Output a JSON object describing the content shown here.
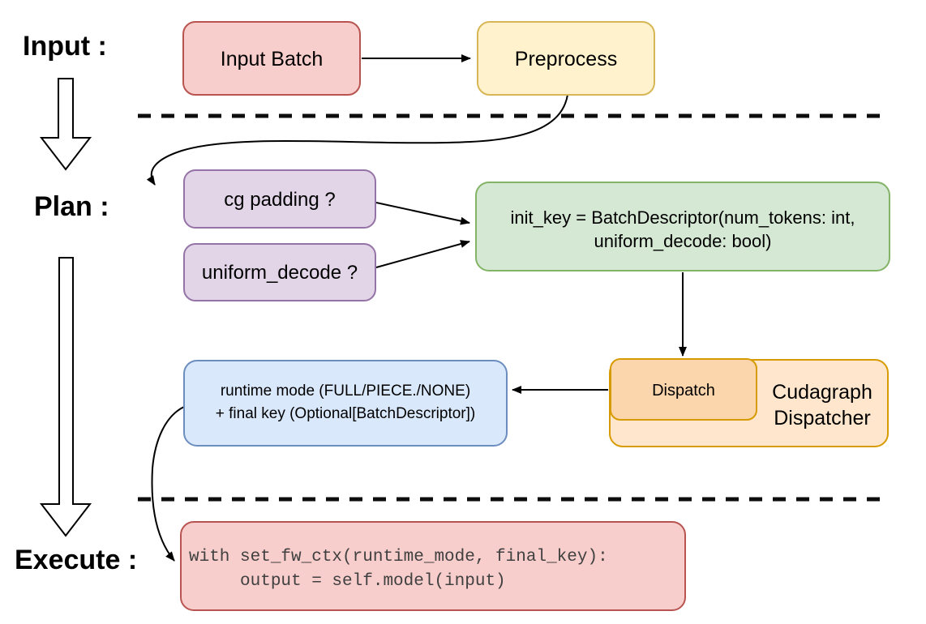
{
  "sections": {
    "input_label": "Input :",
    "plan_label": "Plan :",
    "execute_label": "Execute :"
  },
  "colors": {
    "red_fill": "#f8cecc",
    "red_stroke": "#b85450",
    "yellow_fill": "#fff2cc",
    "yellow_stroke": "#d6b656",
    "purple_fill": "#e1d5e7",
    "purple_stroke": "#9673a6",
    "green_fill": "#d5e8d4",
    "green_stroke": "#82b366",
    "blue_fill": "#dae8fc",
    "blue_stroke": "#6c8ebf",
    "orange_fill": "#ffe6cc",
    "orange_stroke": "#d79b00",
    "dispatch_fill": "#fbd5ac",
    "arrow_color": "#000000",
    "code_text_color": "#404040"
  },
  "nodes": {
    "input_batch": {
      "label": "Input Batch",
      "fill": "#f8cecc",
      "stroke": "#b85450"
    },
    "preprocess": {
      "label": "Preprocess",
      "fill": "#fff2cc",
      "stroke": "#d6b656"
    },
    "cg_padding": {
      "label": "cg padding ?",
      "fill": "#e1d5e7",
      "stroke": "#9673a6"
    },
    "uniform_decode": {
      "label": "uniform_decode ?",
      "fill": "#e1d5e7",
      "stroke": "#9673a6"
    },
    "init_key": {
      "lines": [
        "init_key = BatchDescriptor(num_tokens: int,",
        "uniform_decode: bool)"
      ],
      "fill": "#d5e8d4",
      "stroke": "#82b366"
    },
    "runtime_mode": {
      "lines": [
        "runtime mode (FULL/PIECE./NONE)",
        "+ final key (Optional[BatchDescriptor])"
      ],
      "fill": "#dae8fc",
      "stroke": "#6c8ebf"
    },
    "dispatch": {
      "label": "Dispatch",
      "fill": "#fbd5ac",
      "stroke": "#d79b00"
    },
    "cudagraph_dispatcher": {
      "lines": [
        "Cudagraph",
        "Dispatcher"
      ],
      "fill": "#ffe6cc",
      "stroke": "#d79b00"
    },
    "execute_code": {
      "lines": [
        "with set_fw_ctx(runtime_mode, final_key):",
        "     output = self.model(input)"
      ],
      "fill": "#f8cecc",
      "stroke": "#b85450"
    }
  }
}
